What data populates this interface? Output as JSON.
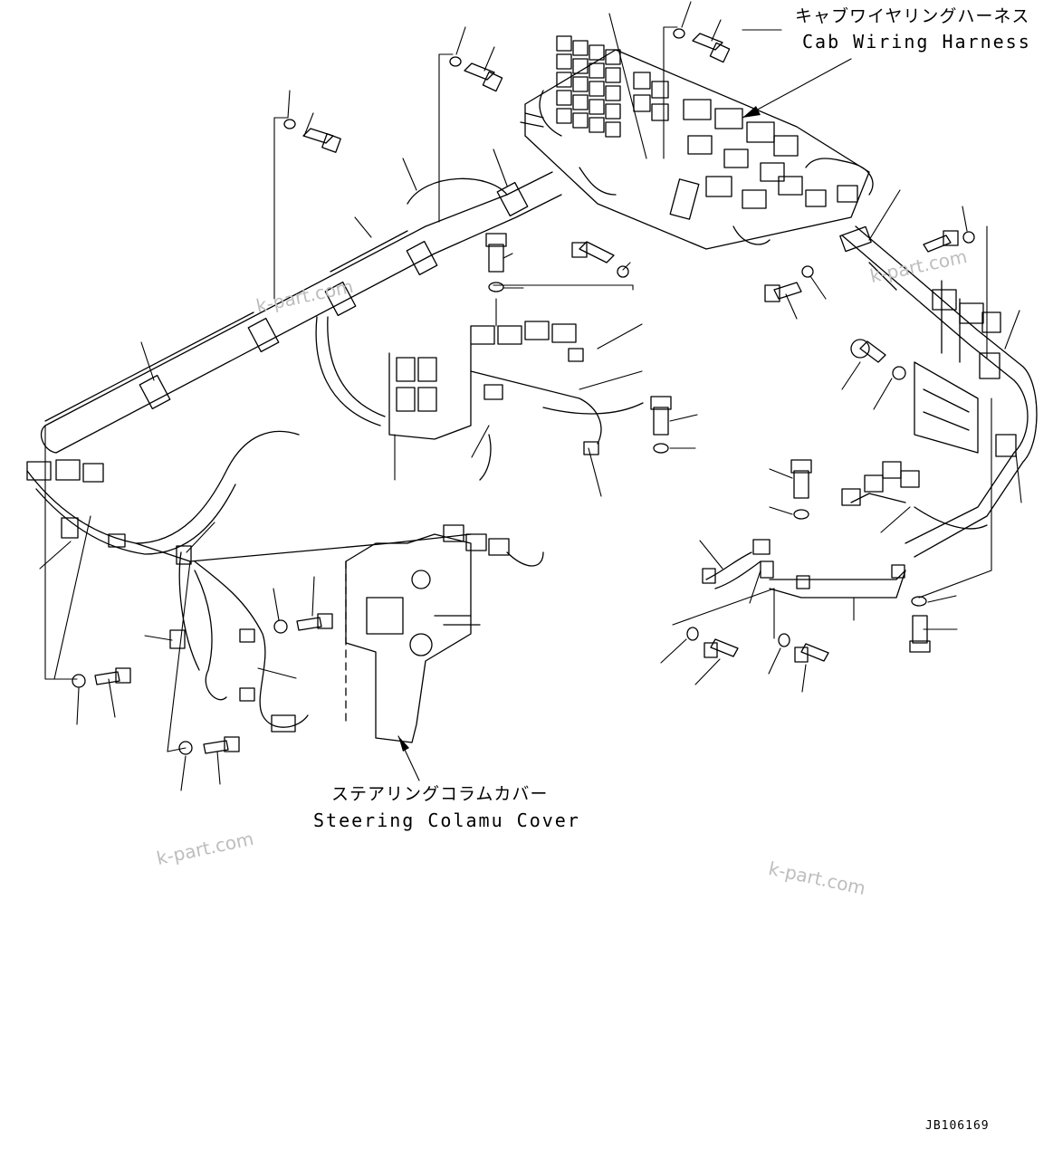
{
  "labels": {
    "cab_harness_jp": "キャブワイヤリングハーネス",
    "cab_harness_en": "Cab Wiring Harness",
    "steering_cover_jp": "ステアリングコラムカバー",
    "steering_cover_en": "Steering Colamu Cover"
  },
  "watermarks": [
    "k-part.com",
    "k-part.com",
    "k-part.com",
    "k-part.com"
  ],
  "drawing_ref": "JB106169",
  "colors": {
    "ink": "#000000",
    "watermark": "#bdbdbd",
    "background": "#ffffff"
  }
}
